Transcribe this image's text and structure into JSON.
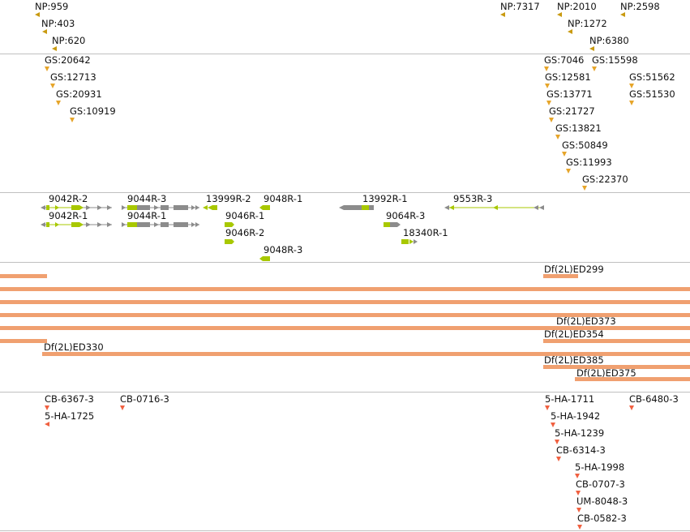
{
  "colors": {
    "np_marker": "#c99a10",
    "gs_marker": "#e6a52a",
    "deficiency_bar": "#f0a070",
    "gene_grey": "#8c8c8c",
    "gene_exon": "#a8c800",
    "line_red_marker": "#f06040",
    "divider": "#c0c0c0"
  },
  "np_track": {
    "items": [
      "NP:959",
      "NP:403",
      "NP:620",
      "NP:7317",
      "NP:2010",
      "NP:1272",
      "NP:2598",
      "NP:6380"
    ]
  },
  "gs_track": {
    "items": [
      "GS:20642",
      "GS:12713",
      "GS:20931",
      "GS:10919",
      "GS:7046",
      "GS:15598",
      "GS:12581",
      "GS:51562",
      "GS:13771",
      "GS:51530",
      "GS:21727",
      "GS:13821",
      "GS:50849",
      "GS:11993",
      "GS:22370"
    ]
  },
  "gene_track": {
    "items": [
      "9042R-2",
      "9044R-3",
      "13999R-2",
      "9048R-1",
      "13992R-1",
      "9553R-3",
      "9042R-1",
      "9044R-1",
      "9046R-1",
      "9064R-3",
      "9046R-2",
      "18340R-1",
      "9048R-3"
    ]
  },
  "deficiency_track": {
    "labels": [
      "Df(2L)ED299",
      "Df(2L)ED373",
      "Df(2L)ED354",
      "Df(2L)ED330",
      "Df(2L)ED385",
      "Df(2L)ED375"
    ]
  },
  "line_track": {
    "items": [
      "CB-6367-3",
      "CB-0716-3",
      "5-HA-1725",
      "5-HA-1711",
      "CB-6480-3",
      "5-HA-1942",
      "5-HA-1239",
      "CB-6314-3",
      "5-HA-1998",
      "CB-0707-3",
      "UM-8048-3",
      "CB-0582-3"
    ]
  }
}
